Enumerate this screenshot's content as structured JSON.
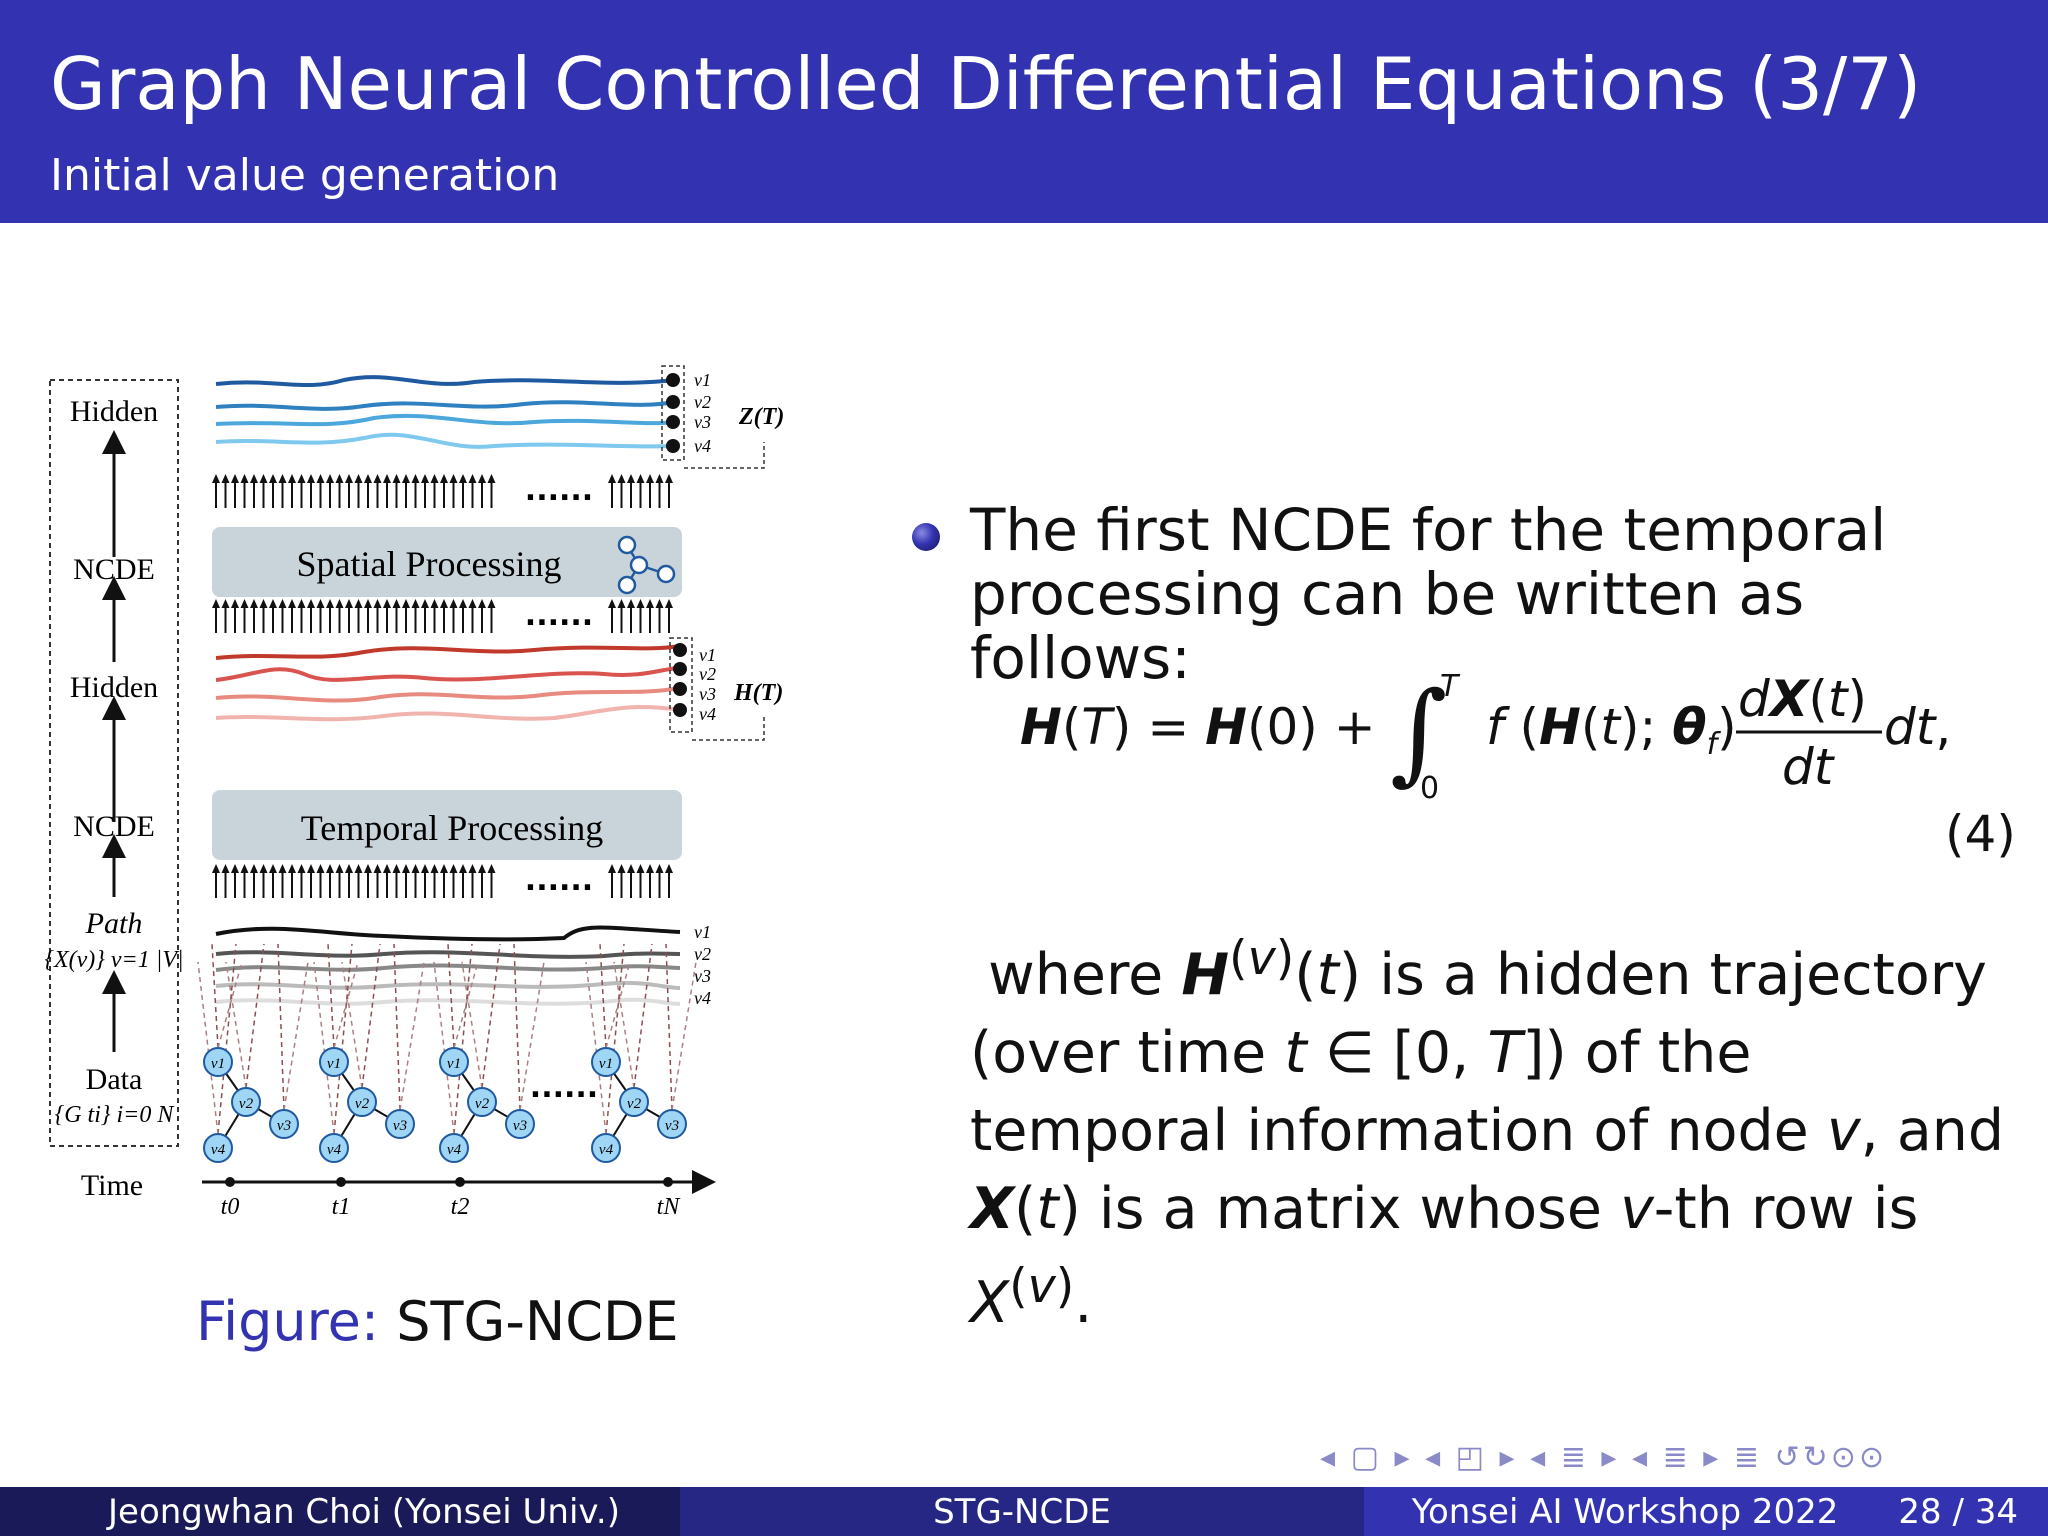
{
  "slide": {
    "title": "Graph Neural Controlled Differential Equations (3/7)",
    "subtitle": "Initial value generation"
  },
  "figure": {
    "caption_label": "Figure:",
    "caption_text": "STG-NCDE",
    "left_labels": [
      "Hidden",
      "NCDE",
      "Hidden",
      "NCDE",
      "Path",
      "Data",
      "Time"
    ],
    "blocks": [
      "Spatial Processing",
      "Temporal Processing"
    ],
    "node_labels": [
      "v1",
      "v2",
      "v3",
      "v4"
    ],
    "output_top": "Z(T)",
    "output_mid": "H(T)",
    "path_math": "{X(v)} v=1 |V|",
    "data_math": "{G ti} i=0 N",
    "time_ticks": [
      "t0",
      "t1",
      "t2",
      "tN"
    ],
    "ellipsis": "......"
  },
  "bullet": {
    "text": "The first NCDE for the temporal processing can be written as follows:"
  },
  "equation": {
    "number": "(4)"
  },
  "where_text": {
    "p1": "where",
    "p2": "is a hidden trajectory (over time",
    "p3": ") of the temporal information of node",
    "p4": ", and",
    "p5": "is a matrix whose",
    "p6": "-th row is"
  },
  "nav": {
    "symbols": "◂ ▢ ▸ ◂ ◰ ▸ ◂ ≣ ▸ ◂ ≣ ▸    ≣    ↺↻⊙⊙"
  },
  "footer": {
    "author": "Jeongwhan Choi (Yonsei Univ.)",
    "short_title": "STG-NCDE",
    "venue": "Yonsei AI Workshop 2022",
    "page": "28 / 34"
  },
  "colors": {
    "header": "#3333b2",
    "footer_dark": "#1a1a59",
    "footer_mid": "#262685",
    "block_fill": "#c9d3da",
    "node_fill": "#9fd6f5"
  }
}
